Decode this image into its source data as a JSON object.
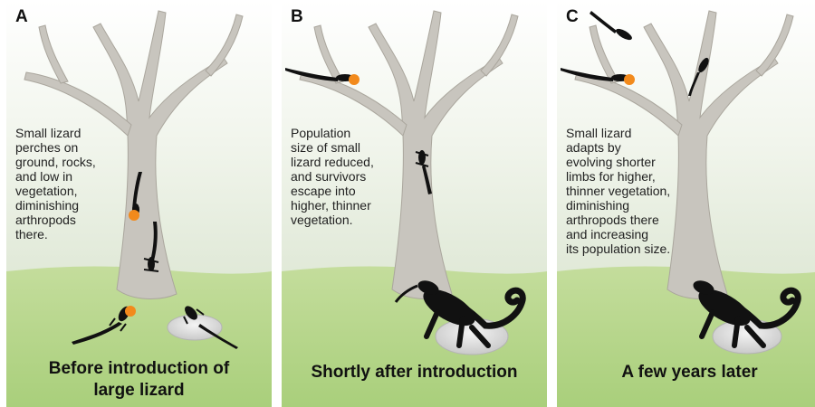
{
  "colors": {
    "sky_top": "#ffffff",
    "sky_bottom": "#dfe8d6",
    "grass": "#b6d58c",
    "tree": "#c7c4bd",
    "tree_edge": "#a9a59c",
    "lizard": "#111111",
    "dewlap": "#f28a1c",
    "rock": "#dcdcdc"
  },
  "panels": [
    {
      "letter": "A",
      "description": "Small lizard\nperches on\nground, rocks,\nand low in\nvegetation,\ndiminishing\narthropods\nthere.",
      "caption": "Before introduction of\nlarge lizard"
    },
    {
      "letter": "B",
      "description": "Population\nsize of small\nlizard reduced,\nand survivors\nescape into\nhigher, thinner\nvegetation.",
      "caption": "Shortly after introduction"
    },
    {
      "letter": "C",
      "description": "Small lizard\nadapts by\nevolving shorter\nlimbs for higher,\nthinner vegetation,\ndiminishing\narthropods there\nand increasing\nits population size.",
      "caption": "A few years later"
    }
  ]
}
